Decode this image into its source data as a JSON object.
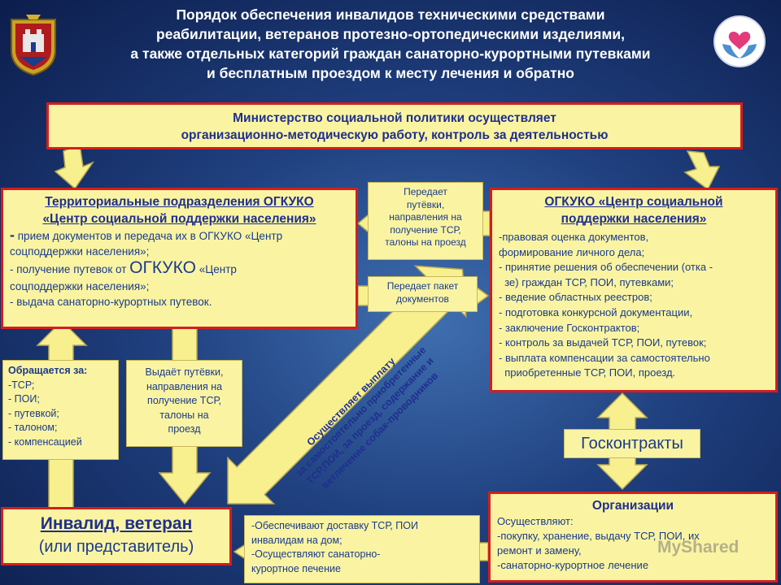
{
  "title_lines": [
    "Порядок обеспечения инвалидов техническими средствами",
    "реабилитации, ветеранов протезно-ортопедическими изделиями,",
    "а также отдельных категорий граждан санаторно-курортными путевками",
    "и бесплатным проездом к месту лечения и обратно"
  ],
  "ministry": {
    "line1": "Министерство социальной политики осуществляет",
    "line2": "организационно-методическую работу, контроль за деятельностью"
  },
  "territorial": {
    "title1": "Территориальные подразделения ОГКУКО",
    "title2": "«Центр социальной поддержки населения»",
    "item1_dash": "-",
    "item1a": " прием документов и передача их в ОГКУКО «Центр",
    "item1b": "соцподдержки населения»;",
    "item2_prefix": "-  получение путевок от ",
    "item2_big": "ОГКУКО",
    "item2_suffix": " «Центр",
    "item2b": "соцподдержки населения»;",
    "item3": "- выдача санаторно-курортных путевок."
  },
  "center": {
    "title1": "ОГКУКО «Центр социальной",
    "title2": "поддержки населения»",
    "lines": [
      "-правовая оценка документов,",
      "формирование личного дела;",
      "- принятие решения об обеспечении (отка -",
      "  зе) граждан ТСР, ПОИ, путевками;",
      "- ведение областных реестров;",
      "- подготовка конкурсной документации,",
      "- заключение Госконтрактов;",
      "- контроль за  выдачей ТСР, ПОИ, путевок;",
      "- выплата компенсации за самостоятельно",
      "  приобретенные ТСР, ПОИ, проезд."
    ]
  },
  "note_passes": {
    "lines": [
      "Передает",
      "путёвки,",
      "направления на",
      "получение ТСР,",
      "талоны на проезд"
    ]
  },
  "note_package": {
    "lines": [
      "Передает пакет",
      "документов"
    ]
  },
  "applies": {
    "title": "Обращается за:",
    "lines": [
      "-ТСР;",
      "- ПОИ;",
      "- путевкой;",
      "- талоном;",
      "- компенсацией"
    ]
  },
  "issues": {
    "lines": [
      "Выдаёт путёвки,",
      "направления на",
      "получение ТСР,",
      "талоны на",
      "проезд"
    ]
  },
  "diagonal": {
    "lines": [
      "Осуществляет выплату",
      "за самостоятельно приобретенные",
      "ТСР,ПОИ, за проезд, содержание и",
      "ветлечение собак-проводников"
    ]
  },
  "goskontrakty": "Госконтракты",
  "organizations": {
    "title": "Организации",
    "lines": [
      "Осуществляют:",
      "-покупку, хранение, выдачу  ТСР, ПОИ, их",
      "ремонт и замену,",
      "-санаторно-курортное лечение"
    ]
  },
  "invalid": {
    "title": "Инвалид, ветеран",
    "subtitle": "(или представитель)"
  },
  "delivery": {
    "lines": [
      "-Обеспечивают доставку ТСР, ПОИ",
      "инвалидам на дом;",
      "-Осуществляют санаторно-",
      "курортное печение"
    ]
  },
  "watermark": "MyShared",
  "colors": {
    "box_fill": "#faf4a2",
    "border_red": "#d21e1e",
    "heading_blue": "#1f2f8e",
    "arrow_fill": "#f8f08e"
  }
}
